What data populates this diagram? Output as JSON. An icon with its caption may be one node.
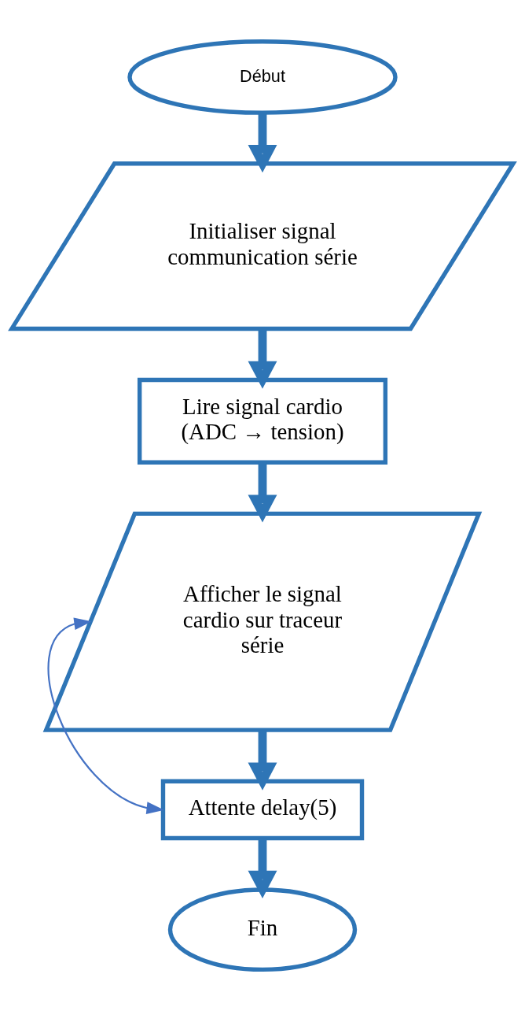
{
  "diagram": {
    "nodes": [
      {
        "text": [
          "Début"
        ]
      },
      {
        "text": [
          "Initialiser signal communication série"
        ]
      },
      {
        "text": [
          "Lire signal cardio (ADC → tension)"
        ]
      },
      {
        "text": [
          "Afficher le signal cardio sur traceur série"
        ]
      },
      {
        "text": [
          "Attente delay(5)"
        ]
      },
      {
        "text": [
          "Fin"
        ]
      }
    ],
    "edges": [
      {
        "from": 0,
        "to": 1,
        "arrow": "to"
      },
      {
        "from": 1,
        "to": 2,
        "arrow": "to"
      },
      {
        "from": 2,
        "to": 3,
        "arrow": "to"
      },
      {
        "from": 3,
        "to": 4,
        "arrow": "to"
      },
      {
        "from": 4,
        "to": 5,
        "arrow": "to"
      },
      {
        "from": 4,
        "to": 3,
        "arrow": "both",
        "color": "#4472c4"
      }
    ]
  }
}
